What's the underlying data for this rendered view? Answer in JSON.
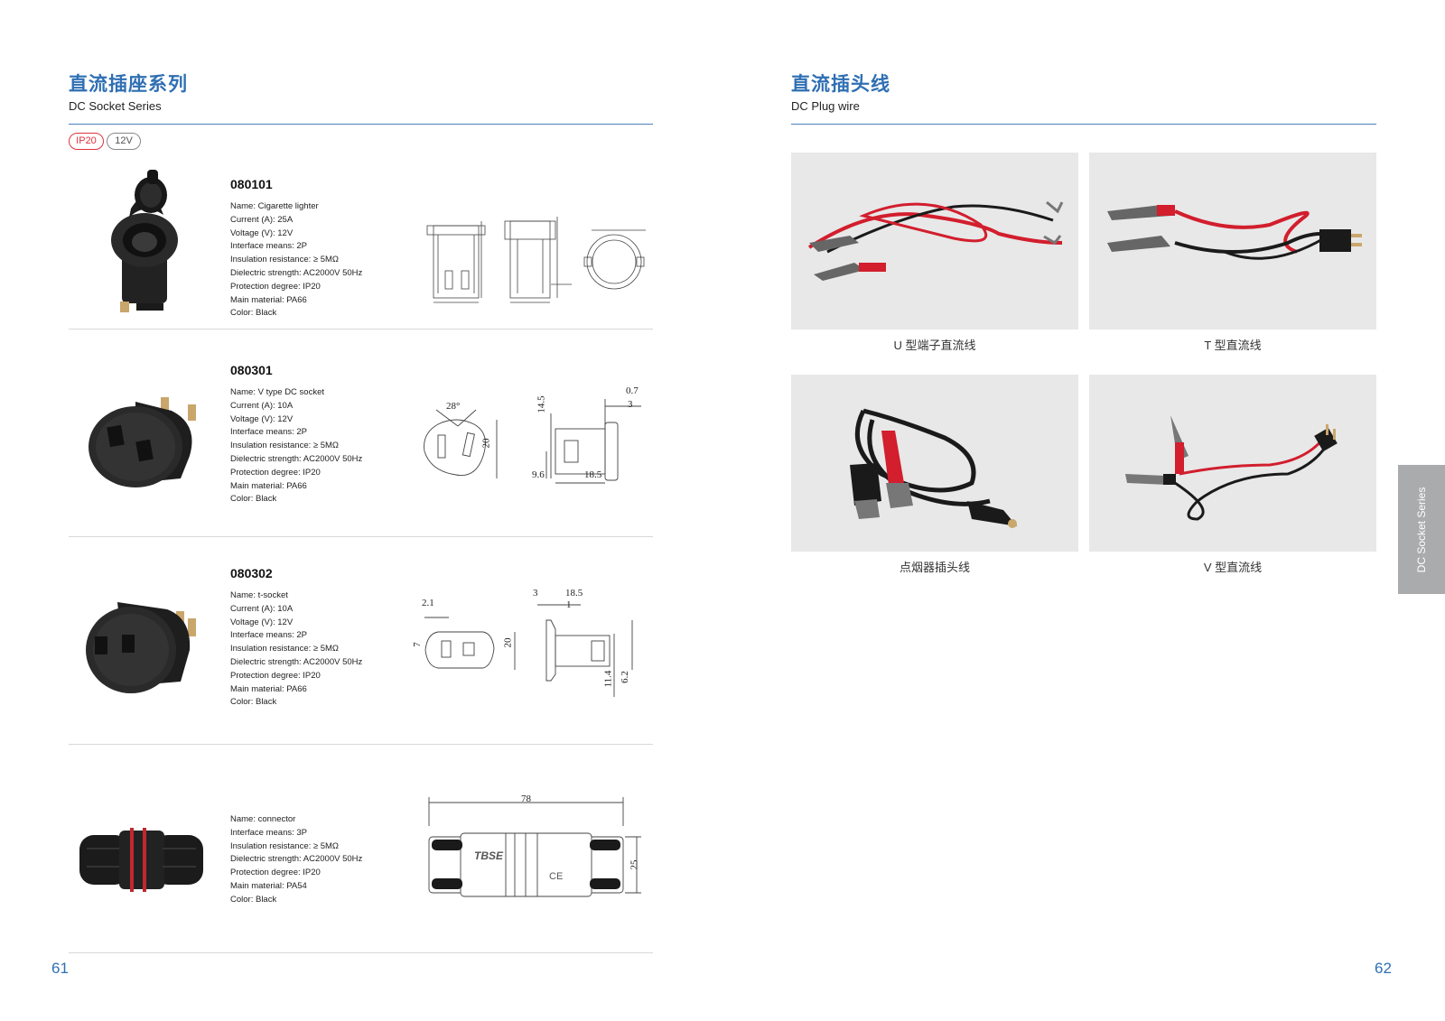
{
  "left_page": {
    "title_cn": "直流插座系列",
    "title_en": "DC Socket Series",
    "tags": [
      "IP20",
      "12V"
    ],
    "page_number": "61",
    "products": [
      {
        "code": "080101",
        "specs": [
          "Name:  Cigarette lighter",
          "Current (A):  25A",
          "Voltage (V):  12V",
          "Interface means:  2P",
          "Insulation resistance:  ≥ 5MΩ",
          "Dielectric strength: AC2000V 50Hz",
          "Protection degree:  IP20",
          "Main material:  PA66",
          "Color:  Black"
        ]
      },
      {
        "code": "080301",
        "specs": [
          "Name:  V type DC socket",
          "Current (A):  10A",
          "Voltage (V):  12V",
          "Interface means:  2P",
          "Insulation resistance:  ≥ 5MΩ",
          "Dielectric strength: AC2000V 50Hz",
          "Protection degree:  IP20",
          "Main material:  PA66",
          "Color:  Black"
        ],
        "dimensions": [
          "28°",
          "20",
          "14.5",
          "0.7",
          "3",
          "9.6",
          "18.5"
        ]
      },
      {
        "code": "080302",
        "specs": [
          "Name:  t-socket",
          "Current (A):  10A",
          "Voltage (V):  12V",
          "Interface means:  2P",
          "Insulation resistance:  ≥ 5MΩ",
          "Dielectric strength: AC2000V 50Hz",
          "Protection degree:  IP20",
          "Main material:  PA66",
          "Color:  Black"
        ],
        "dimensions": [
          "2.1",
          "7",
          "20",
          "3",
          "18.5",
          "1",
          "11.4",
          "6.2"
        ]
      },
      {
        "code": "",
        "specs": [
          "Name:  connector",
          "Interface means:  3P",
          "Insulation resistance:  ≥ 5MΩ",
          "Dielectric strength: AC2000V 50Hz",
          "Protection degree:  IP20",
          "Main material:  PA54",
          "Color:  Black"
        ],
        "dimensions": [
          "78",
          "25"
        ],
        "brand_mark": "TBSE",
        "cert_mark": "CE"
      }
    ]
  },
  "right_page": {
    "title_cn": "直流插头线",
    "title_en": "DC Plug wire",
    "page_number": "62",
    "side_tab": "DC Socket Series",
    "photos": [
      {
        "caption": "U 型端子直流线"
      },
      {
        "caption": "T 型直流线"
      },
      {
        "caption": "点烟器插头线"
      },
      {
        "caption": "V 型直流线"
      }
    ]
  },
  "colors": {
    "accent": "#2f6fb3",
    "tag_red": "#e0323c",
    "wire_red": "#d21e2d"
  }
}
